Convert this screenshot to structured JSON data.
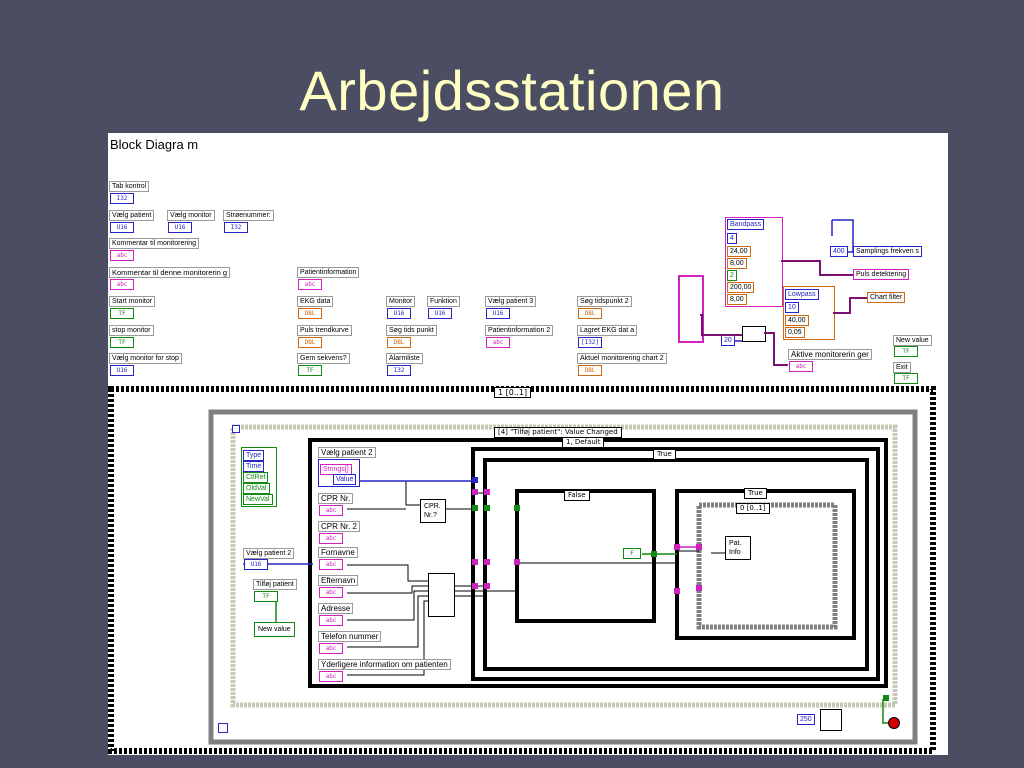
{
  "slide": {
    "title": "Arbejdsstationen"
  },
  "diagram": {
    "window_title": "Block Diagra m",
    "front_labels": {
      "tab_kontrol": "Tab kontrol",
      "vaelg_patient": "Vælg patient",
      "vaelg_monitor": "Vælg monitor",
      "stroemnummer": "Strøenummer:",
      "kommentar_monitorering": "Kommentar til monitorering",
      "kommentar_denne": "Kommentar til denne monitorerin g",
      "start_monitor": "Start monitor",
      "stop_monitor": "stop monitor",
      "vaelg_monitor_stop": "Vælg monitor for stop",
      "patientinformation": "Patientinformation",
      "ekg_data": "EKG data",
      "puls_trendkurve": "Puls trendkurve",
      "gem_sekvens": "Gem sekvens?",
      "monitor": "Monitor",
      "funktion": "Funktion",
      "soeg_tidspunkt": "Søg tids punkt",
      "alarmliste": "Alarmliste",
      "vaelg_patient_3": "Vælg patient 3",
      "soeg_tidspunkt_2": "Søg tidspunkt 2",
      "patientinformation_2": "Patientinformation 2",
      "lagret_ekg": "Lagret EKG dat a",
      "aktuel_chart": "Aktuel monitorering chart 2",
      "new_value": "New value",
      "exit": "Exit"
    },
    "filter_block": {
      "bandpass": "Bandpass",
      "bandpass_values": [
        "4",
        "24,00",
        "8,00",
        "2",
        "200,00",
        "8,00"
      ],
      "lowpass": "Lowpass",
      "lowpass_values": [
        "10",
        "40,00",
        "0,05"
      ],
      "const_400": "400",
      "const_20": "20",
      "samplings": "Samplings frekven s",
      "puls_detektering": "Puls detektering",
      "chart_filter": "Chart filter",
      "aktive_monitorering": "Aktive monitorerin ger"
    },
    "loop": {
      "sequence_top": "1 [0..1]",
      "event_case": "[4] \"Tilføj patient\": Value Changed",
      "event_data": [
        "Type",
        "Time",
        "CtlRef",
        "OldVal",
        "NewVal"
      ],
      "case_default": "1, Default",
      "case_true_1": "True",
      "case_false": "False",
      "case_true_2": "True",
      "inner_seq": "0 [0..1]",
      "cluster_label": "Vælg patient 2",
      "cluster_fields": [
        "Strings[]",
        "Value"
      ],
      "vaelg_patient_2": "Vælg patient 2",
      "tilfoej_patient": "Tilføj patient",
      "new_value": "New value",
      "fields": [
        "CPR Nr.",
        "CPR Nr. 2",
        "Fornavne",
        "Efternavn",
        "Adresse",
        "Telefon nummer",
        "Yderligere information om patienten"
      ],
      "subvi_cpr": "CPR. Nr.?",
      "subvi_pat": "Pat. Info",
      "const_250": "250"
    }
  },
  "colors": {
    "background": "#4b4d63",
    "title": "#ffffc4",
    "wire_blue": "#2525c8",
    "wire_pink": "#d020c0",
    "wire_green": "#108a10",
    "wire_orange": "#d06a10",
    "wire_purple": "#7a1070"
  }
}
